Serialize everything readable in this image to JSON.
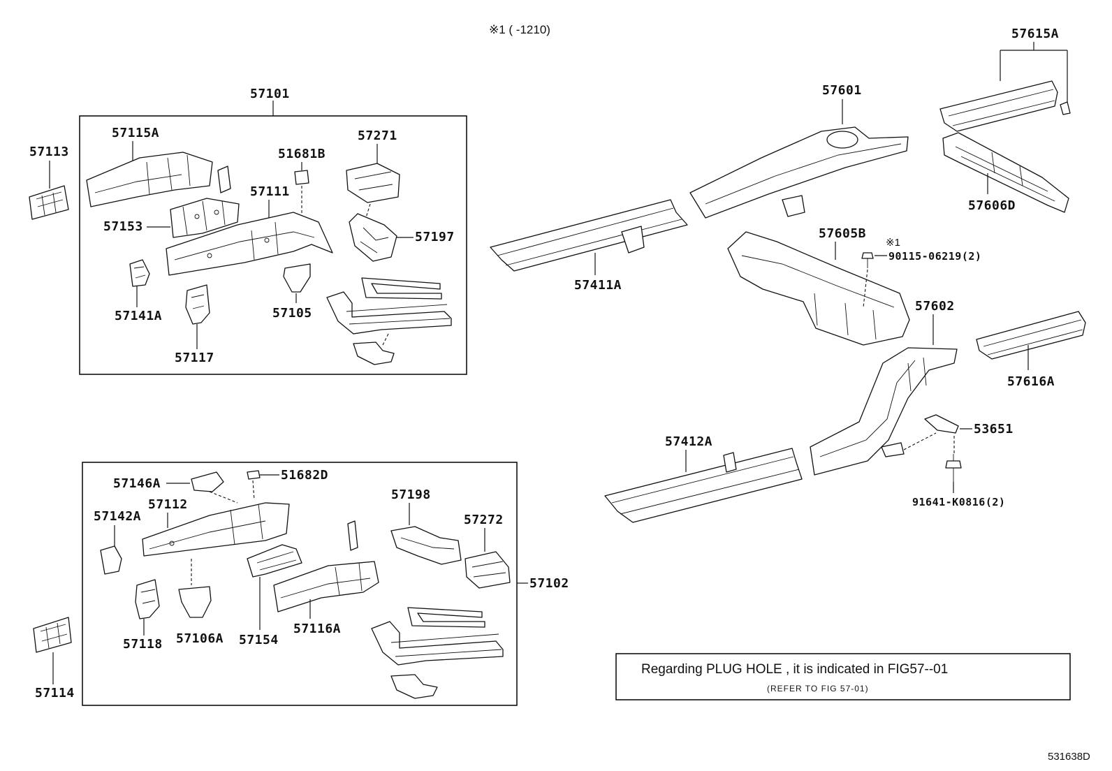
{
  "header": {
    "note": "※1 (        -1210)"
  },
  "figure_code": "531638D",
  "note_box": {
    "line1": "Regarding PLUG HOLE , it is indicated in FIG57--01",
    "line2": "(REFER TO FIG 57-01)"
  },
  "groups": {
    "upper": "57101",
    "lower": "57102"
  },
  "parts": {
    "p57113": "57113",
    "p57115A": "57115A",
    "p51681B": "51681B",
    "p57271": "57271",
    "p57153": "57153",
    "p57111": "57111",
    "p57197": "57197",
    "p57141A": "57141A",
    "p57105": "57105",
    "p57117": "57117",
    "p57146A": "57146A",
    "p51682D": "51682D",
    "p57142A": "57142A",
    "p57112": "57112",
    "p57198": "57198",
    "p57272": "57272",
    "p57118": "57118",
    "p57106A": "57106A",
    "p57154": "57154",
    "p57116A": "57116A",
    "p57114": "57114",
    "p57601": "57601",
    "p57615A": "57615A",
    "p57606D": "57606D",
    "p57411A": "57411A",
    "p57605B": "57605B",
    "star1": "※1",
    "p90115": "90115-06219(2)",
    "p57602": "57602",
    "p57616A": "57616A",
    "p57412A": "57412A",
    "p53651": "53651",
    "p91641": "91641-K0816(2)"
  }
}
